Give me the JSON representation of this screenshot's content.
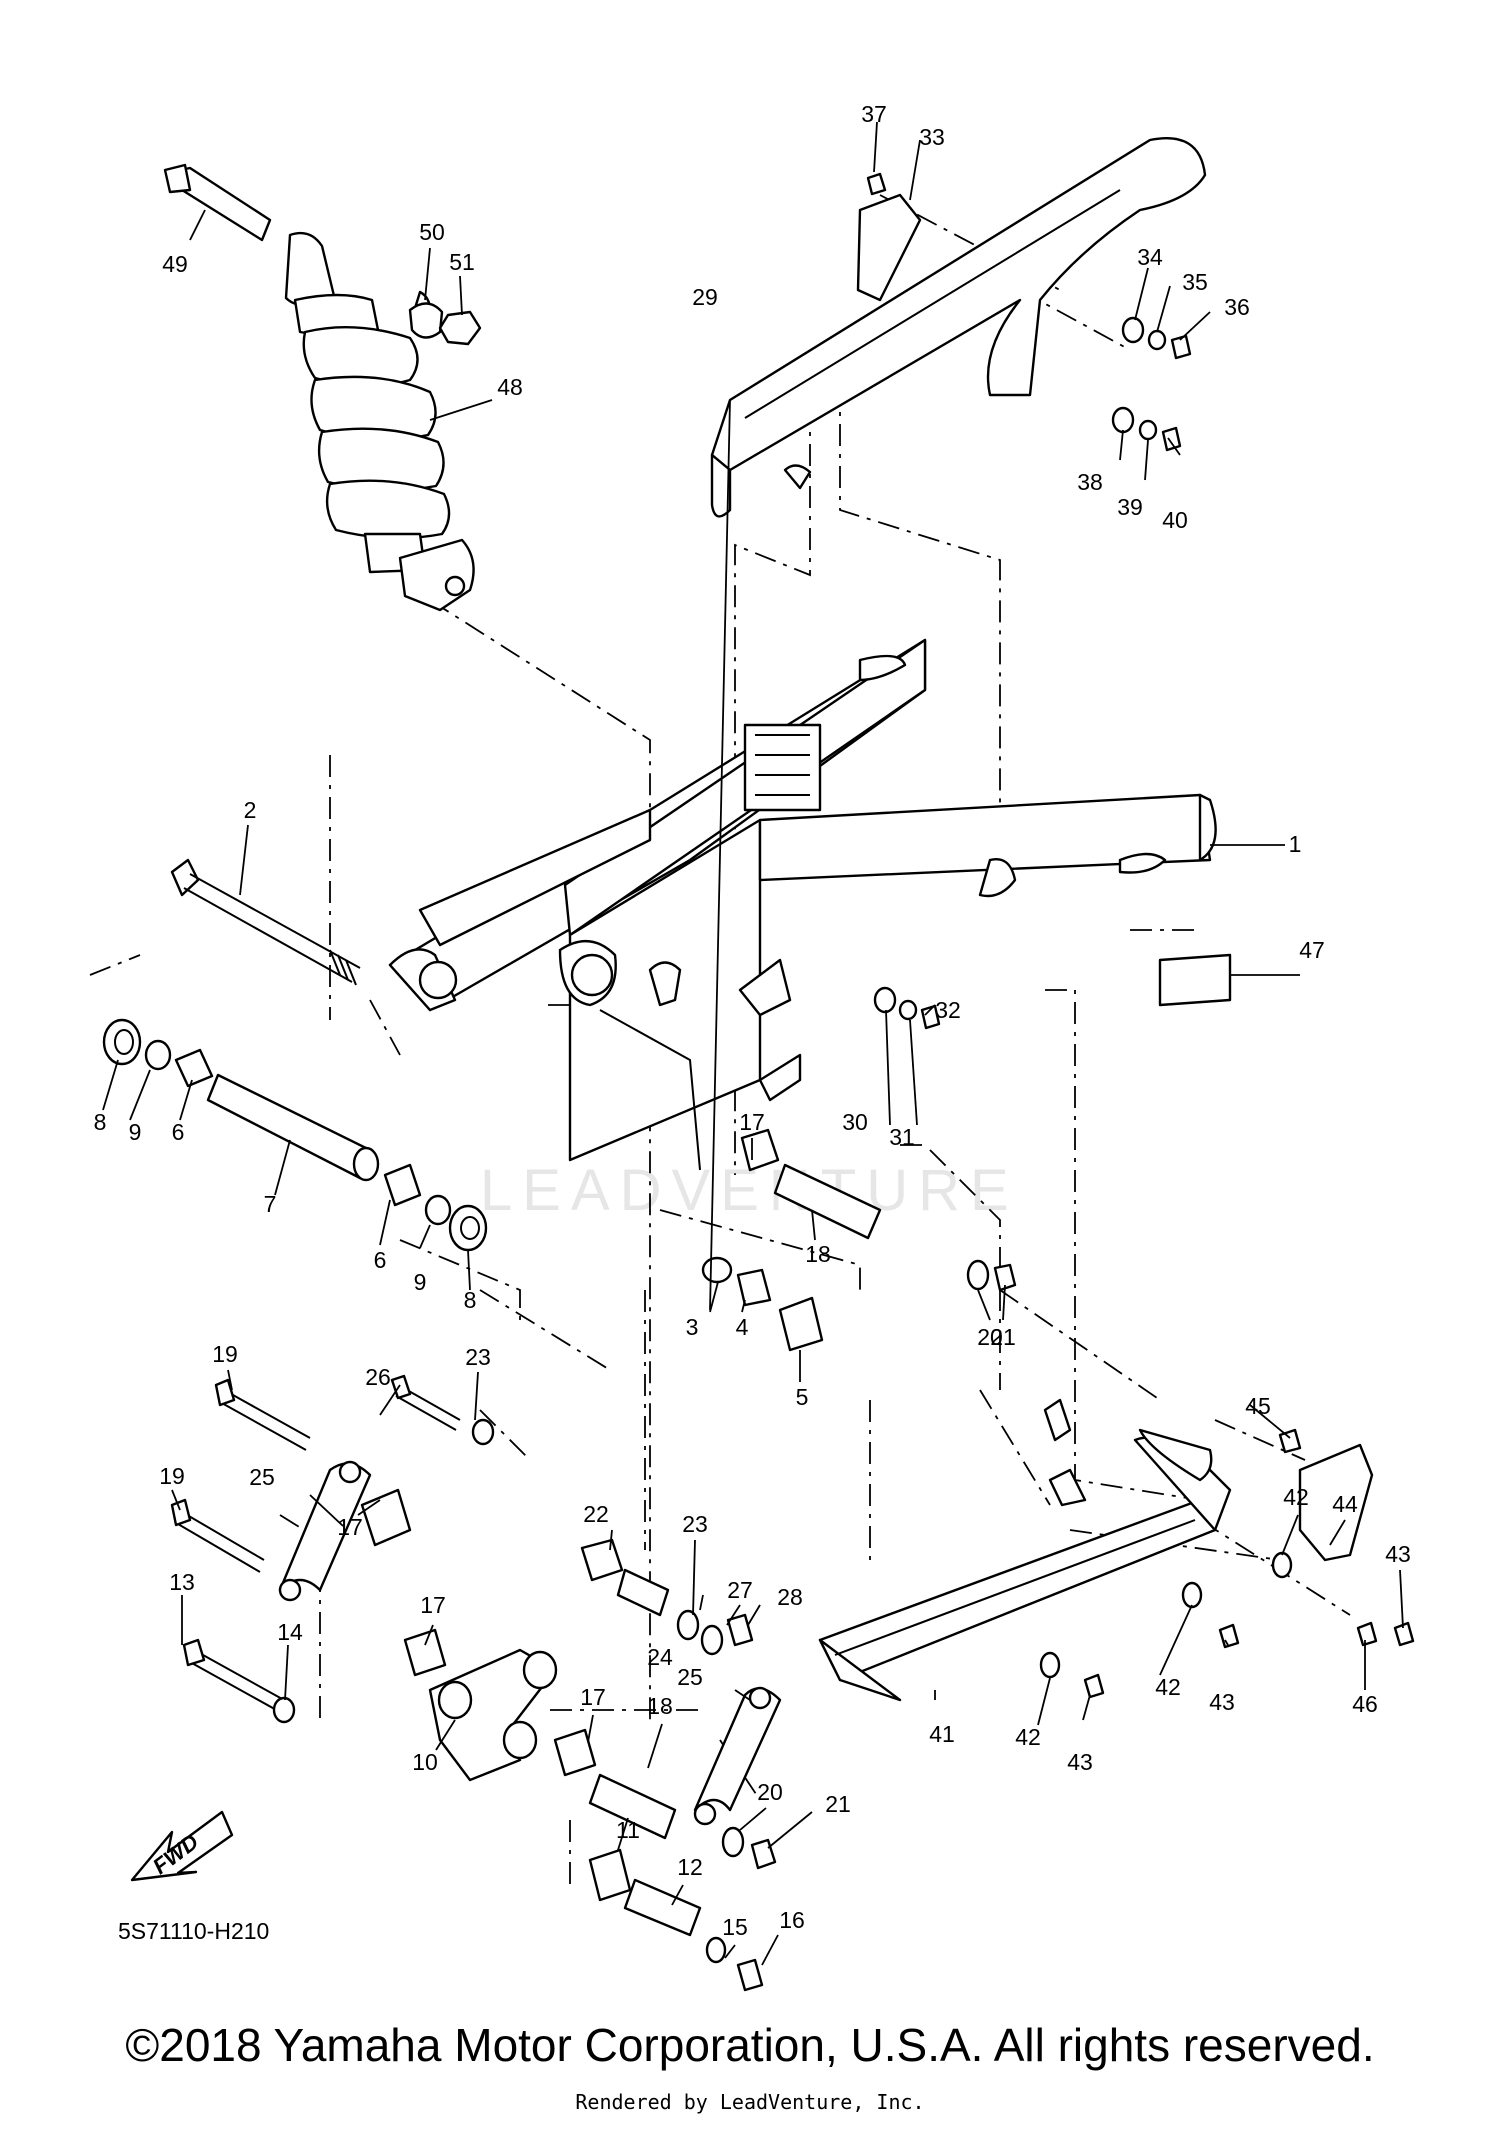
{
  "diagram": {
    "code": "5S71110-H210",
    "fwd_label": "FWD",
    "watermark": "LEADVENTURE",
    "copyright": "©2018 Yamaha Motor Corporation, U.S.A. All rights reserved.",
    "rendered_by": "Rendered by LeadVenture, Inc."
  },
  "callouts": [
    {
      "num": "1"
    },
    {
      "num": "2"
    },
    {
      "num": "3"
    },
    {
      "num": "4"
    },
    {
      "num": "5"
    },
    {
      "num": "6"
    },
    {
      "num": "6"
    },
    {
      "num": "7"
    },
    {
      "num": "8"
    },
    {
      "num": "8"
    },
    {
      "num": "9"
    },
    {
      "num": "9"
    },
    {
      "num": "10"
    },
    {
      "num": "11"
    },
    {
      "num": "12"
    },
    {
      "num": "13"
    },
    {
      "num": "14"
    },
    {
      "num": "15"
    },
    {
      "num": "16"
    },
    {
      "num": "17"
    },
    {
      "num": "17"
    },
    {
      "num": "17"
    },
    {
      "num": "17"
    },
    {
      "num": "18"
    },
    {
      "num": "18"
    },
    {
      "num": "19"
    },
    {
      "num": "19"
    },
    {
      "num": "20"
    },
    {
      "num": "20"
    },
    {
      "num": "21"
    },
    {
      "num": "21"
    },
    {
      "num": "22"
    },
    {
      "num": "23"
    },
    {
      "num": "23"
    },
    {
      "num": "24"
    },
    {
      "num": "25"
    },
    {
      "num": "25"
    },
    {
      "num": "26"
    },
    {
      "num": "27"
    },
    {
      "num": "28"
    },
    {
      "num": "29"
    },
    {
      "num": "30"
    },
    {
      "num": "31"
    },
    {
      "num": "32"
    },
    {
      "num": "33"
    },
    {
      "num": "34"
    },
    {
      "num": "35"
    },
    {
      "num": "36"
    },
    {
      "num": "37"
    },
    {
      "num": "38"
    },
    {
      "num": "39"
    },
    {
      "num": "40"
    },
    {
      "num": "41"
    },
    {
      "num": "42"
    },
    {
      "num": "42"
    },
    {
      "num": "42"
    },
    {
      "num": "43"
    },
    {
      "num": "43"
    },
    {
      "num": "43"
    },
    {
      "num": "44"
    },
    {
      "num": "45"
    },
    {
      "num": "46"
    },
    {
      "num": "47"
    },
    {
      "num": "48"
    },
    {
      "num": "49"
    },
    {
      "num": "50"
    },
    {
      "num": "51"
    }
  ]
}
